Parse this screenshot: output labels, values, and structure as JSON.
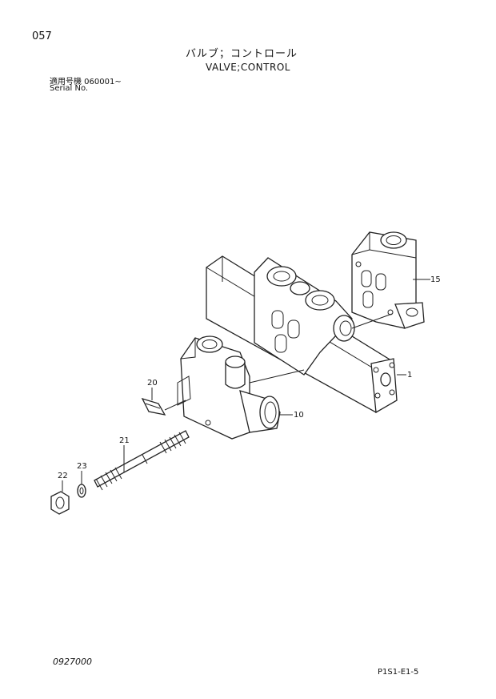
{
  "page_no": "057",
  "title_jp": "バルブ；コントロール",
  "title_en": "VALVE;CONTROL",
  "serial_jp": "適用号機  060001~",
  "serial_en": "Serial No.",
  "doc_no": "0927000",
  "ref_code": "P1S1-E1-5",
  "callouts": [
    "15",
    "1",
    "10",
    "20",
    "21",
    "23",
    "22"
  ]
}
